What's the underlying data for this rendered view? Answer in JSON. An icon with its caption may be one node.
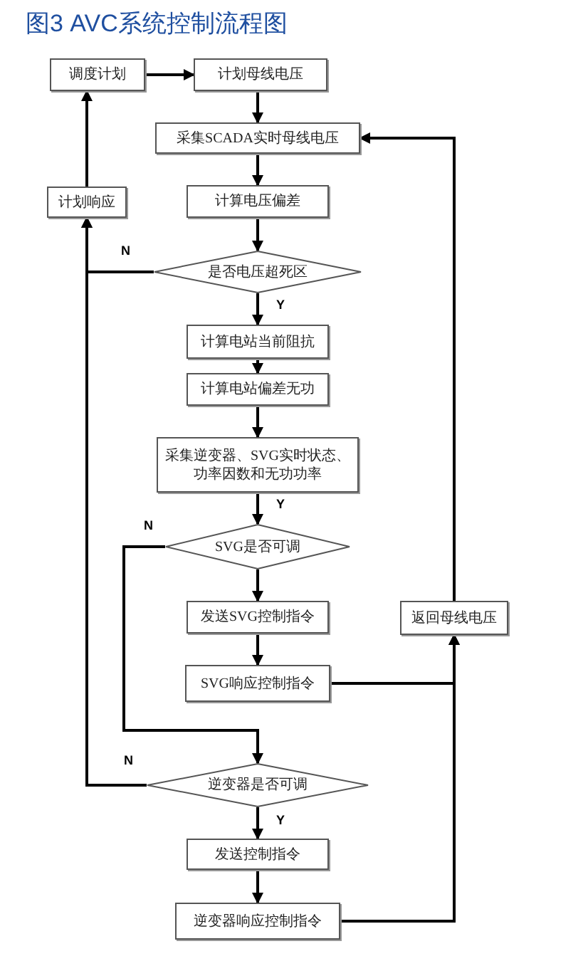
{
  "diagram": {
    "title": "图3 AVC系统控制流程图",
    "nodes": [
      {
        "text": [
          "调度计划"
        ]
      },
      {
        "text": [
          "计划母线电压"
        ]
      },
      {
        "text": [
          "采集SCADA实时母线电压"
        ]
      },
      {
        "text": [
          "计算电压偏差"
        ]
      },
      {
        "text": [
          "是否电压超死区"
        ]
      },
      {
        "text": [
          "计算电站当前阻抗"
        ]
      },
      {
        "text": [
          "计算电站偏差无功"
        ]
      },
      {
        "text": [
          "采集逆变器、SVG实时状态、功率因数和无功功率"
        ]
      },
      {
        "text": [
          "SVG是否可调"
        ]
      },
      {
        "text": [
          "发送SVG控制指令"
        ]
      },
      {
        "text": [
          "SVG响应控制指令"
        ]
      },
      {
        "text": [
          "逆变器是否可调"
        ]
      },
      {
        "text": [
          "发送控制指令"
        ]
      },
      {
        "text": [
          "逆变器响应控制指令"
        ]
      },
      {
        "text": [
          "计划响应"
        ]
      },
      {
        "text": [
          "返回母线电压"
        ]
      }
    ],
    "edges": [
      {
        "from": 0,
        "to": 1,
        "arrow": "to"
      },
      {
        "from": 1,
        "to": 2,
        "arrow": "to"
      },
      {
        "from": 2,
        "to": 3,
        "arrow": "to"
      },
      {
        "from": 3,
        "to": 4,
        "arrow": "to"
      },
      {
        "from": 4,
        "to": 5,
        "arrow": "to",
        "label": "Y"
      },
      {
        "from": 5,
        "to": 6,
        "arrow": "to"
      },
      {
        "from": 6,
        "to": 7,
        "arrow": "to"
      },
      {
        "from": 7,
        "to": 8,
        "arrow": "to",
        "label": "Y"
      },
      {
        "from": 8,
        "to": 9,
        "arrow": "to"
      },
      {
        "from": 9,
        "to": 10,
        "arrow": "to"
      },
      {
        "from": 10,
        "to": 15,
        "arrow": "to"
      },
      {
        "from": 13,
        "to": 15,
        "arrow": "to"
      },
      {
        "from": 15,
        "to": 2,
        "arrow": "to"
      },
      {
        "from": 4,
        "to": 14,
        "arrow": "to",
        "label": "N"
      },
      {
        "from": 11,
        "to": 14,
        "arrow": "to",
        "label": "N"
      },
      {
        "from": 14,
        "to": 0,
        "arrow": "to"
      },
      {
        "from": 8,
        "to": 11,
        "arrow": "to",
        "label": "N"
      },
      {
        "from": 11,
        "to": 12,
        "arrow": "to",
        "label": "Y"
      },
      {
        "from": 12,
        "to": 13,
        "arrow": "to"
      }
    ]
  }
}
